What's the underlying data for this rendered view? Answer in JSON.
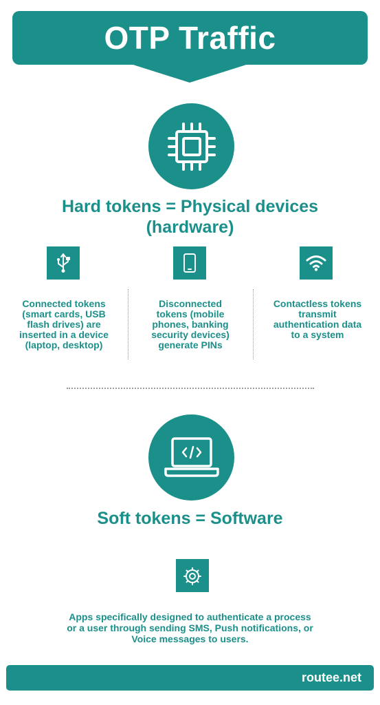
{
  "title": "OTP Traffic",
  "hard": {
    "icon": "chip-icon",
    "heading_line1": "Hard tokens = Physical devices",
    "heading_line2": "(hardware)",
    "columns": [
      {
        "icon": "usb-icon",
        "lines": [
          "Connected tokens",
          "(smart cards, USB",
          "flash drives) are",
          "inserted in a device",
          "(laptop, desktop)"
        ]
      },
      {
        "icon": "smartphone-icon",
        "lines": [
          "Disconnected",
          "tokens (mobile",
          "phones, banking",
          "security devices)",
          "generate PINs"
        ]
      },
      {
        "icon": "wifi-icon",
        "lines": [
          "Contactless tokens",
          "transmit",
          "authentication data",
          "to a system"
        ]
      }
    ]
  },
  "soft": {
    "icon": "laptop-code-icon",
    "heading": "Soft tokens = Software",
    "sub_icon": "gear-icon",
    "lines": [
      "Apps specifically designed to authenticate a process",
      "or a user through sending SMS, Push notifications, or",
      "Voice messages to users."
    ]
  },
  "footer": {
    "text": "routee.net"
  },
  "colors": {
    "accent": "#1b8f8a",
    "divider": "#9a9a9a",
    "background": "#ffffff"
  }
}
